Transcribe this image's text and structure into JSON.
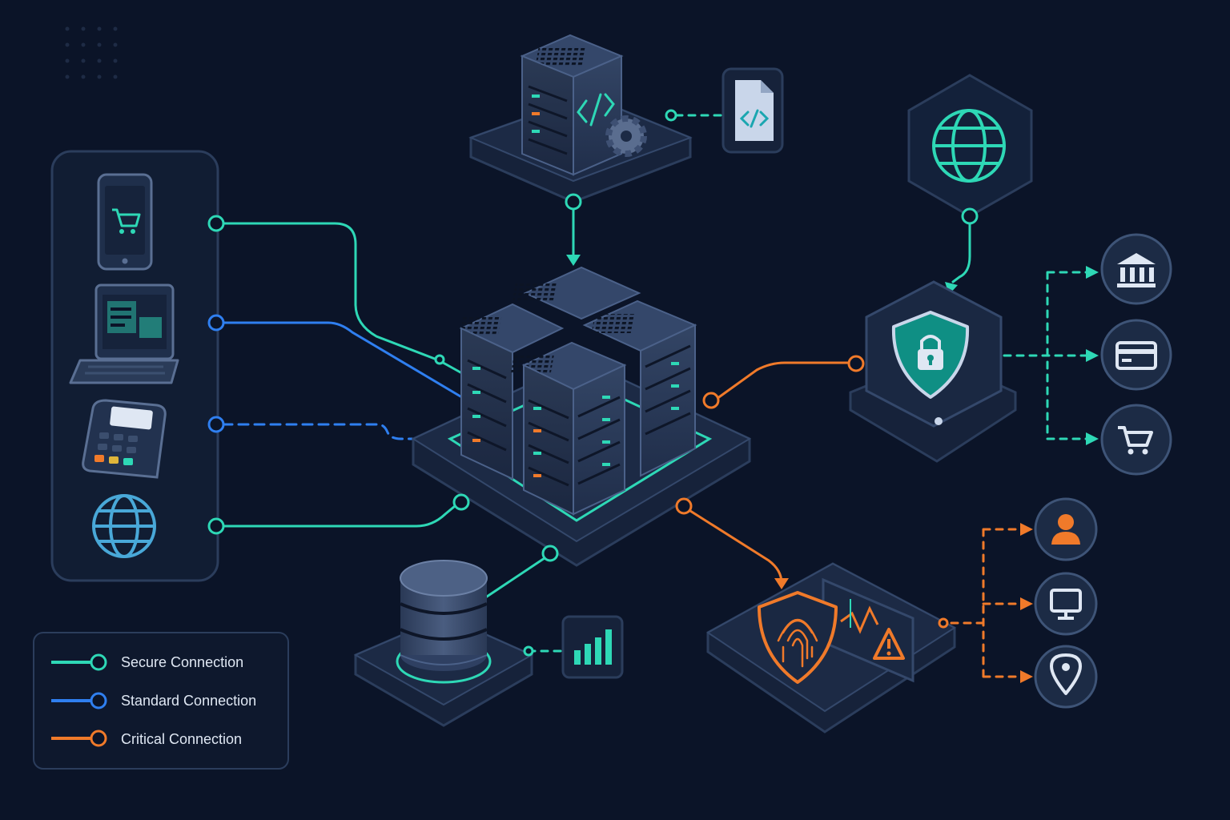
{
  "colors": {
    "background": "#0b1428",
    "secure": "#2ed8b6",
    "standard": "#2f7ff0",
    "critical": "#f07a2a",
    "panel_fill": "#111d33",
    "panel_stroke": "#2b3d5c",
    "device_fill": "#1c2b45",
    "device_stroke": "#3e5477"
  },
  "legend": {
    "items": [
      {
        "label": "Secure Connection",
        "kind": "secure"
      },
      {
        "label": "Standard Connection",
        "kind": "standard"
      },
      {
        "label": "Critical Connection",
        "kind": "critical"
      }
    ]
  },
  "nodes": {
    "clients": [
      {
        "icon": "smartphone-cart-icon",
        "connection": "secure"
      },
      {
        "icon": "laptop-dashboard-icon",
        "connection": "standard"
      },
      {
        "icon": "payment-terminal-icon",
        "connection": "standard"
      },
      {
        "icon": "globe-icon",
        "connection": "secure"
      }
    ],
    "top_server": {
      "icons": [
        "code-icon",
        "gear-icon",
        "code-file-icon"
      ]
    },
    "core": {
      "icon": "server-cluster-icon"
    },
    "database": {
      "icons": [
        "database-icon",
        "bar-chart-icon"
      ]
    },
    "internet": {
      "icon": "globe-icon"
    },
    "gateway": {
      "icon": "shield-lock-icon"
    },
    "security": {
      "icons": [
        "fingerprint-shield-icon",
        "warning-icon"
      ]
    },
    "secure_endpoints": [
      "bank-icon",
      "credit-card-icon",
      "shopping-cart-icon"
    ],
    "critical_endpoints": [
      "user-icon",
      "monitor-icon",
      "location-pin-icon"
    ]
  }
}
